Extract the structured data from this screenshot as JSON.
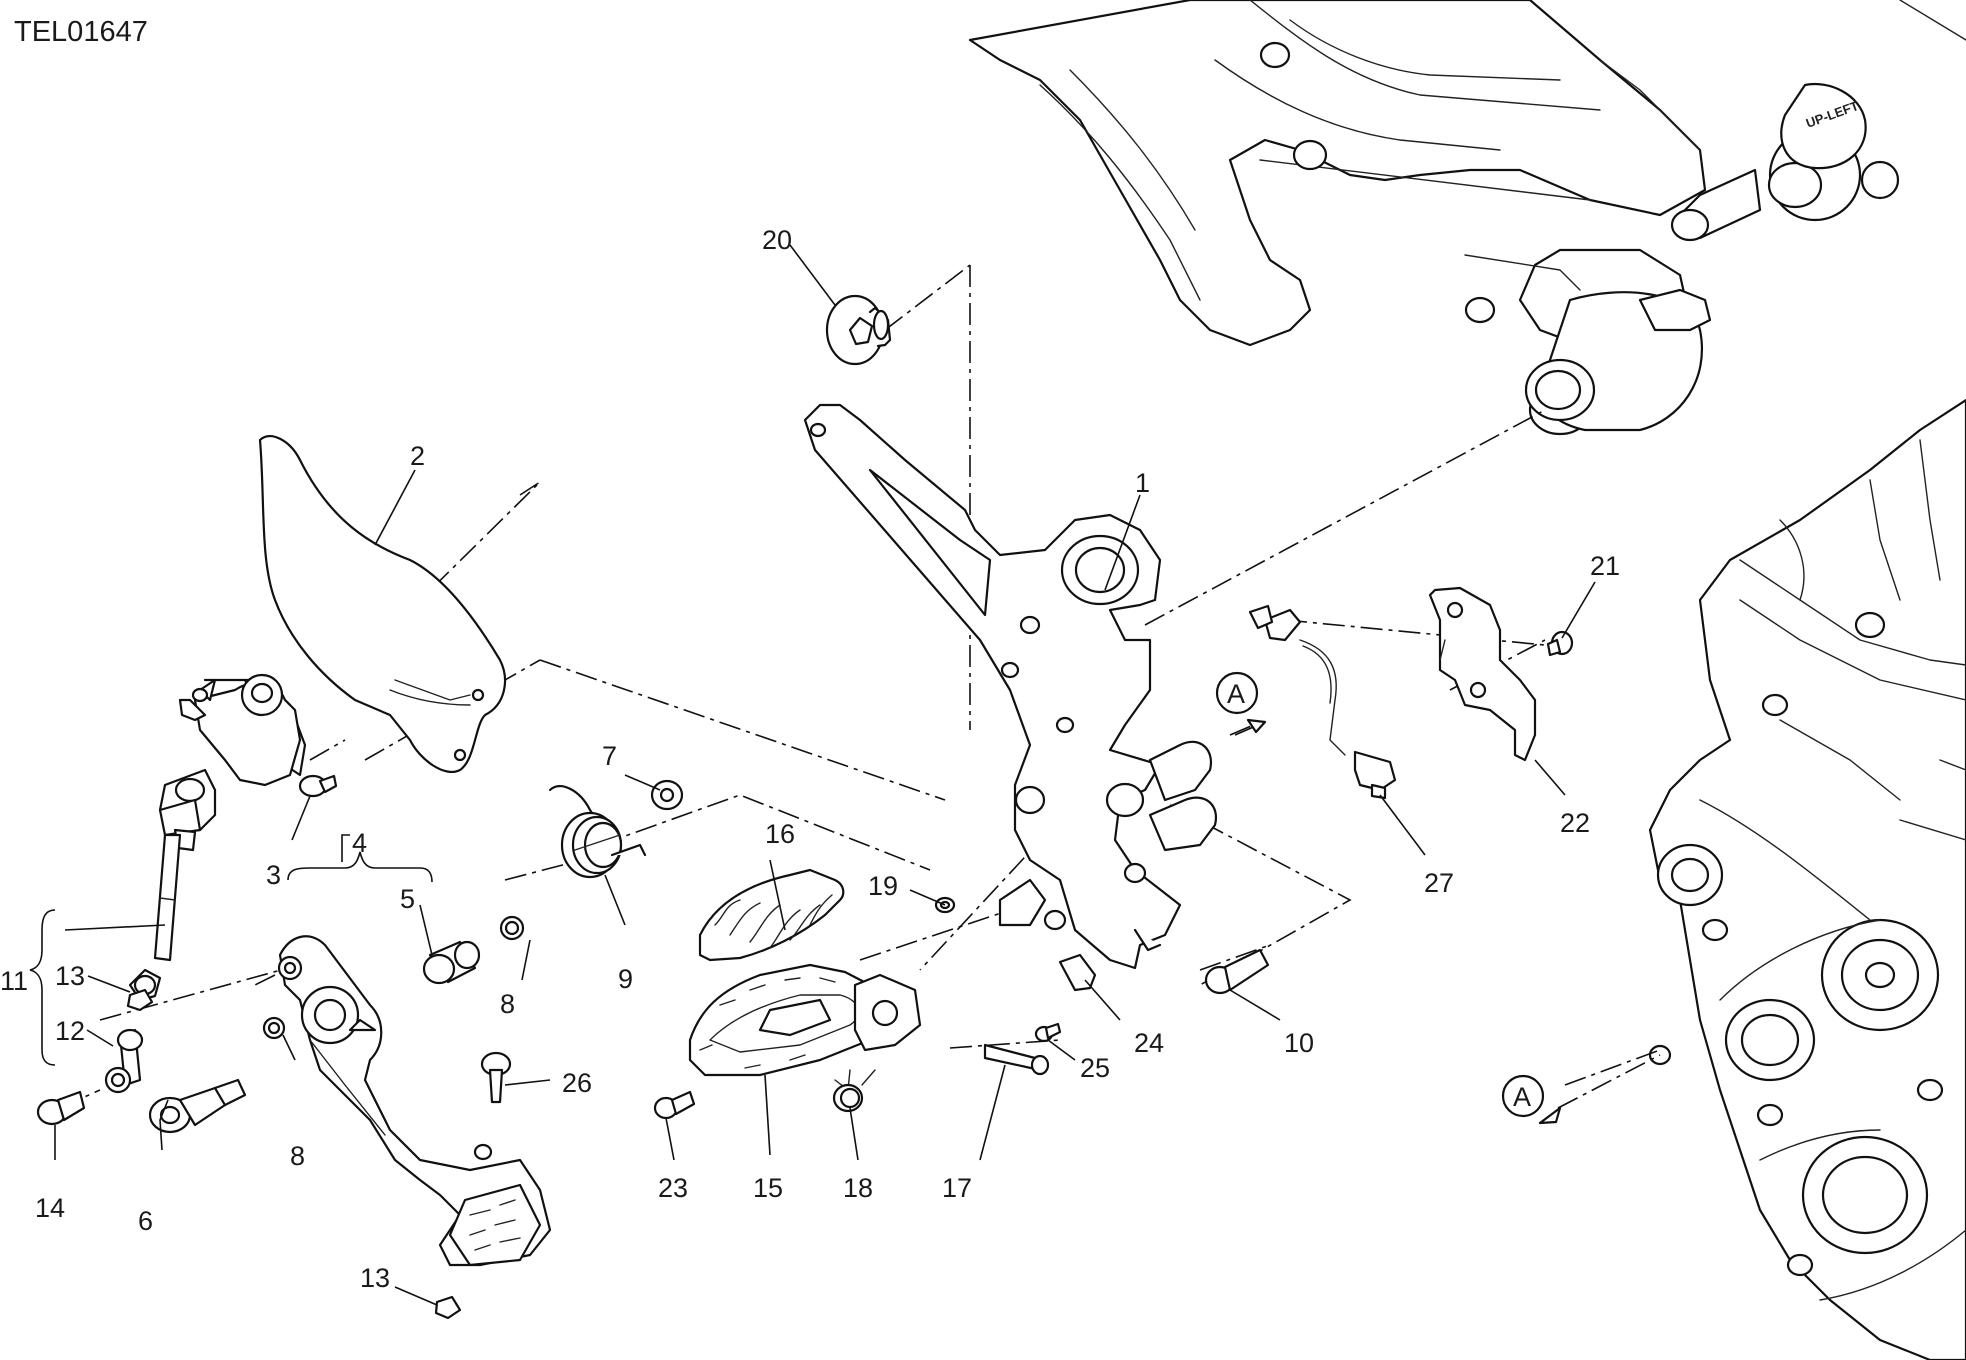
{
  "drawing_code": "TEL01647",
  "frame_label": "UP-LEFT",
  "view_marker": "A",
  "callouts": [
    {
      "id": "c1",
      "text": "1"
    },
    {
      "id": "c2",
      "text": "2"
    },
    {
      "id": "c3",
      "text": "3"
    },
    {
      "id": "c4",
      "text": "4"
    },
    {
      "id": "c5",
      "text": "5"
    },
    {
      "id": "c6",
      "text": "6"
    },
    {
      "id": "c7",
      "text": "7"
    },
    {
      "id": "c8a",
      "text": "8"
    },
    {
      "id": "c8b",
      "text": "8"
    },
    {
      "id": "c9",
      "text": "9"
    },
    {
      "id": "c10",
      "text": "10"
    },
    {
      "id": "c11",
      "text": "11"
    },
    {
      "id": "c12",
      "text": "12"
    },
    {
      "id": "c13a",
      "text": "13"
    },
    {
      "id": "c13b",
      "text": "13"
    },
    {
      "id": "c14",
      "text": "14"
    },
    {
      "id": "c15",
      "text": "15"
    },
    {
      "id": "c16",
      "text": "16"
    },
    {
      "id": "c17",
      "text": "17"
    },
    {
      "id": "c18",
      "text": "18"
    },
    {
      "id": "c19",
      "text": "19"
    },
    {
      "id": "c20",
      "text": "20"
    },
    {
      "id": "c21",
      "text": "21"
    },
    {
      "id": "c22",
      "text": "22"
    },
    {
      "id": "c23",
      "text": "23"
    },
    {
      "id": "c24",
      "text": "24"
    },
    {
      "id": "c25",
      "text": "25"
    },
    {
      "id": "c26",
      "text": "26"
    },
    {
      "id": "c27",
      "text": "27"
    }
  ]
}
